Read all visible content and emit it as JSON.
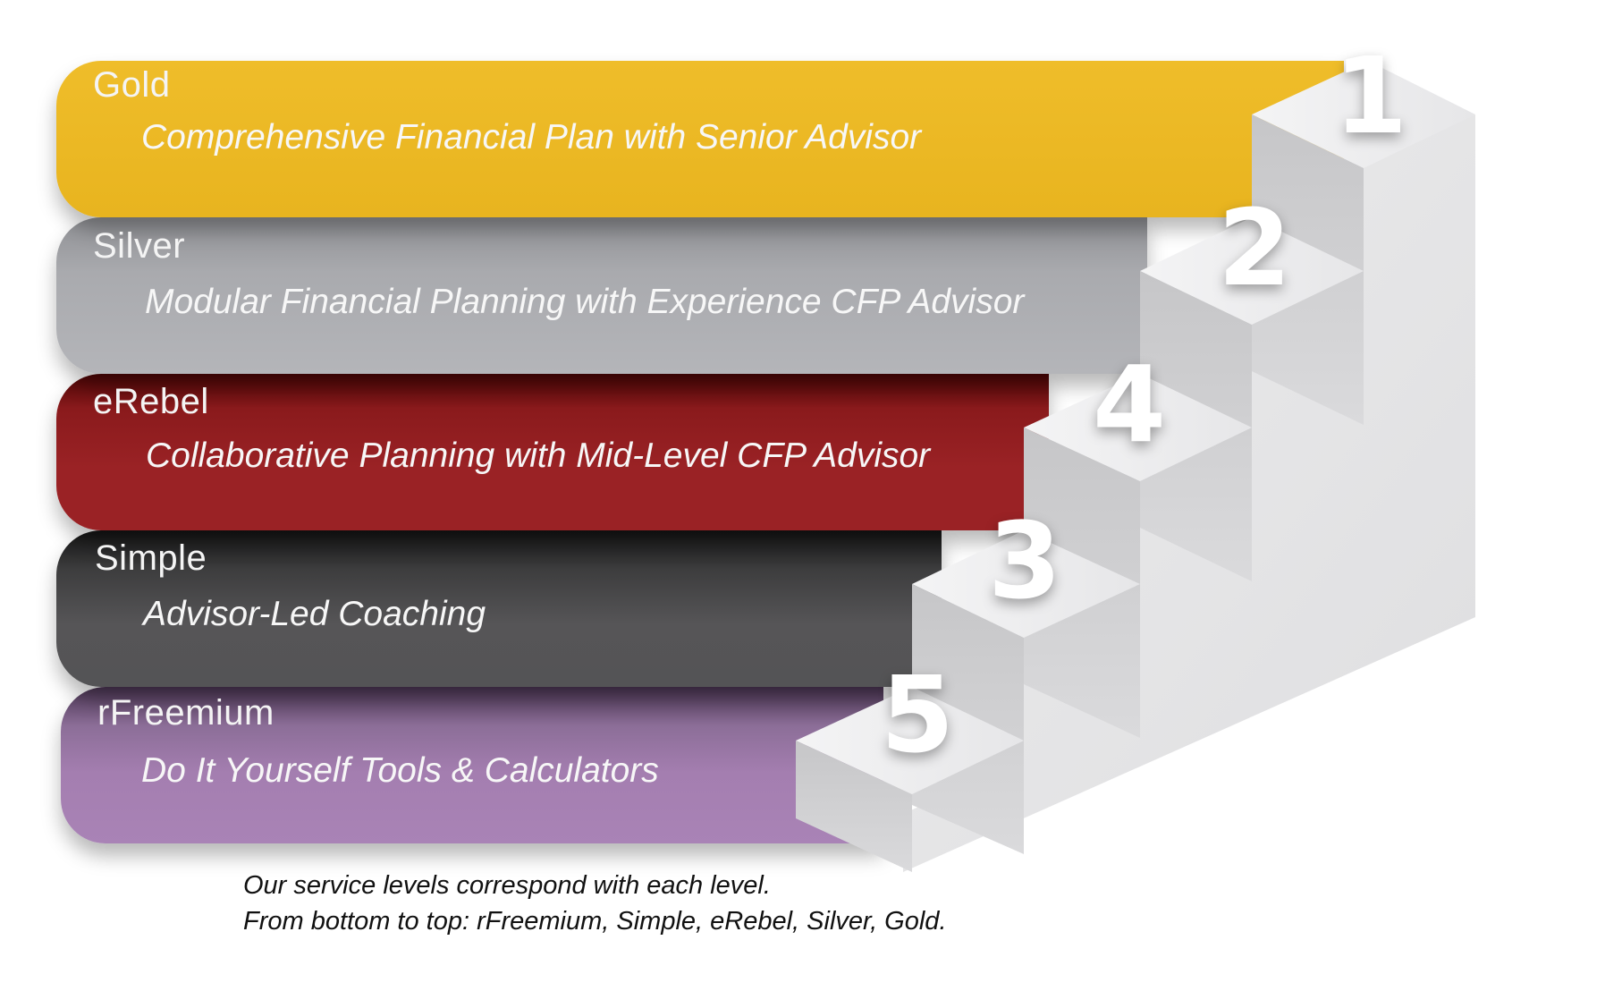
{
  "tiers": [
    {
      "name": "Gold",
      "description": "Comprehensive Financial Plan with Senior Advisor",
      "step": "1",
      "color": "#e9b520"
    },
    {
      "name": "Silver",
      "description": "Modular Financial Planning with Experience CFP Advisor",
      "step": "2",
      "color": "#b0b1b5"
    },
    {
      "name": "eRebel",
      "description": "Collaborative Planning with Mid-Level CFP Advisor",
      "step": "4",
      "color": "#9a2225"
    },
    {
      "name": "Simple",
      "description": "Advisor-Led Coaching",
      "step": "3",
      "color": "#555456"
    },
    {
      "name": "rFreemium",
      "description": "Do It Yourself Tools & Calculators",
      "step": "5",
      "color": "#a983b6"
    }
  ],
  "caption": {
    "line1": "Our service levels correspond with each level.",
    "line2": "From bottom to top: rFreemium, Simple, eRebel, Silver, Gold."
  },
  "colors": {
    "stair_top": "#f1f1f2",
    "stair_front": "#dcdcde",
    "stair_side": "#e8e8ea"
  }
}
